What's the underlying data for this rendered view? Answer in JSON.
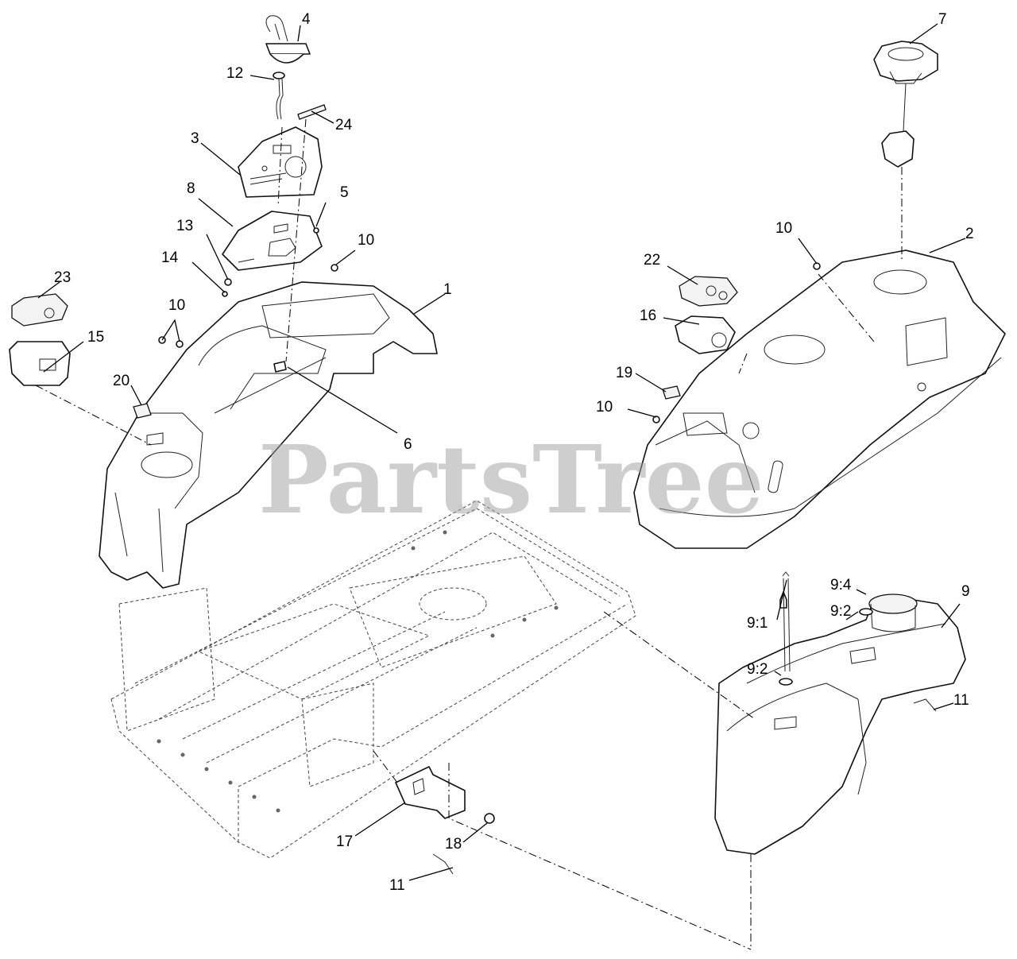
{
  "watermark": "PartsTree",
  "callouts": {
    "c1": "1",
    "c2": "2",
    "c3": "3",
    "c4": "4",
    "c5": "5",
    "c6": "6",
    "c7": "7",
    "c8": "8",
    "c9": "9",
    "c9_1": "9:1",
    "c9_2a": "9:2",
    "c9_2b": "9:2",
    "c9_4": "9:4",
    "c10a": "10",
    "c10b": "10",
    "c10c": "10",
    "c10d": "10",
    "c11a": "11",
    "c11b": "11",
    "c12": "12",
    "c13": "13",
    "c14": "14",
    "c15": "15",
    "c16": "16",
    "c17": "17",
    "c18": "18",
    "c19": "19",
    "c20": "20",
    "c22": "22",
    "c23": "23",
    "c24": "24"
  }
}
